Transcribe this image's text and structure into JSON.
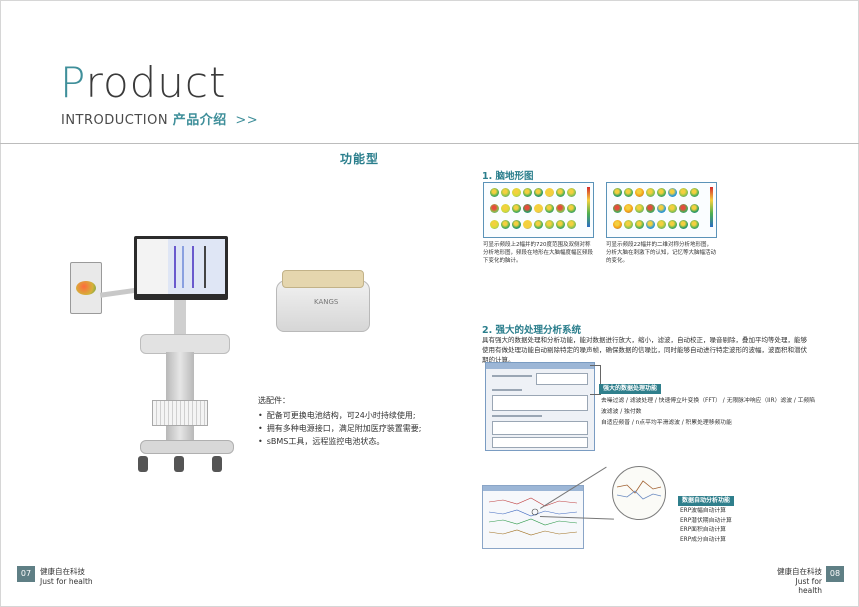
{
  "header": {
    "title_first": "P",
    "title_rest": "roduct",
    "subtitle_en": "INTRODUCTION",
    "subtitle_cn": "产品介绍",
    "subtitle_arrows": ">>"
  },
  "left_page": {
    "section_title": "功能型",
    "amp_logo": "KANGS",
    "options": {
      "head": "选配件：",
      "items": [
        "配备可更换电池结构，可24小时持续使用;",
        "拥有多种电源接口，满足附加医疗装置需要;",
        "sBMS工具，远程监控电池状态。"
      ]
    },
    "footer": {
      "page": "07",
      "cn": "健康自在科技",
      "en": "Just for health"
    }
  },
  "right_page": {
    "section1": {
      "title": "1. 脑地形图",
      "caption_left": "可显示频段上2幅并的720度范围及双侧对称分析地形图，频段在地形在大脑幅度幅区频段下变化的脑计。",
      "caption_right": "可显示频段22幅并的二维对称分析地形图，分析大脑在刺激下的认知，记忆等大脑幅活动的变化。"
    },
    "section2": {
      "title": "2. 强大的处理分析系统",
      "desc": "具有强大的数据处理和分析功能，能对数据进行放大，缩小，滤波，自动校正，噪音剔除，叠加平均等处理，能够使用有做处理功能自动剔除特定的噪声帧，确保数据的信噪比，同时能够自动进行特定波形的波幅，波面积和潜伏期的计算。",
      "tag1": "强大的数据处理功能",
      "tag1_text": [
        "去噪过滤 / 滤波处理 / 快速傅立叶变换（FFT） / 无限脉冲响应（IIR）滤波 / 工频陷波滤波 / 独付数",
        "自适应频普 / n点平均平滑滤波 / 积累处理移频功能"
      ],
      "tag2": "数据自动分析功能",
      "tag2_text": [
        "ERP波幅自动计算",
        "ERP潜伏期自动计算",
        "ERP面积自动计算",
        "ERP成分自动计算"
      ]
    },
    "footer": {
      "page": "08",
      "cn": "健康自在科技",
      "en": "Just for health"
    }
  },
  "colors": {
    "accent": "#3f8f9a",
    "tag": "#2f7f8c",
    "footer_box": "#5f7f85"
  }
}
